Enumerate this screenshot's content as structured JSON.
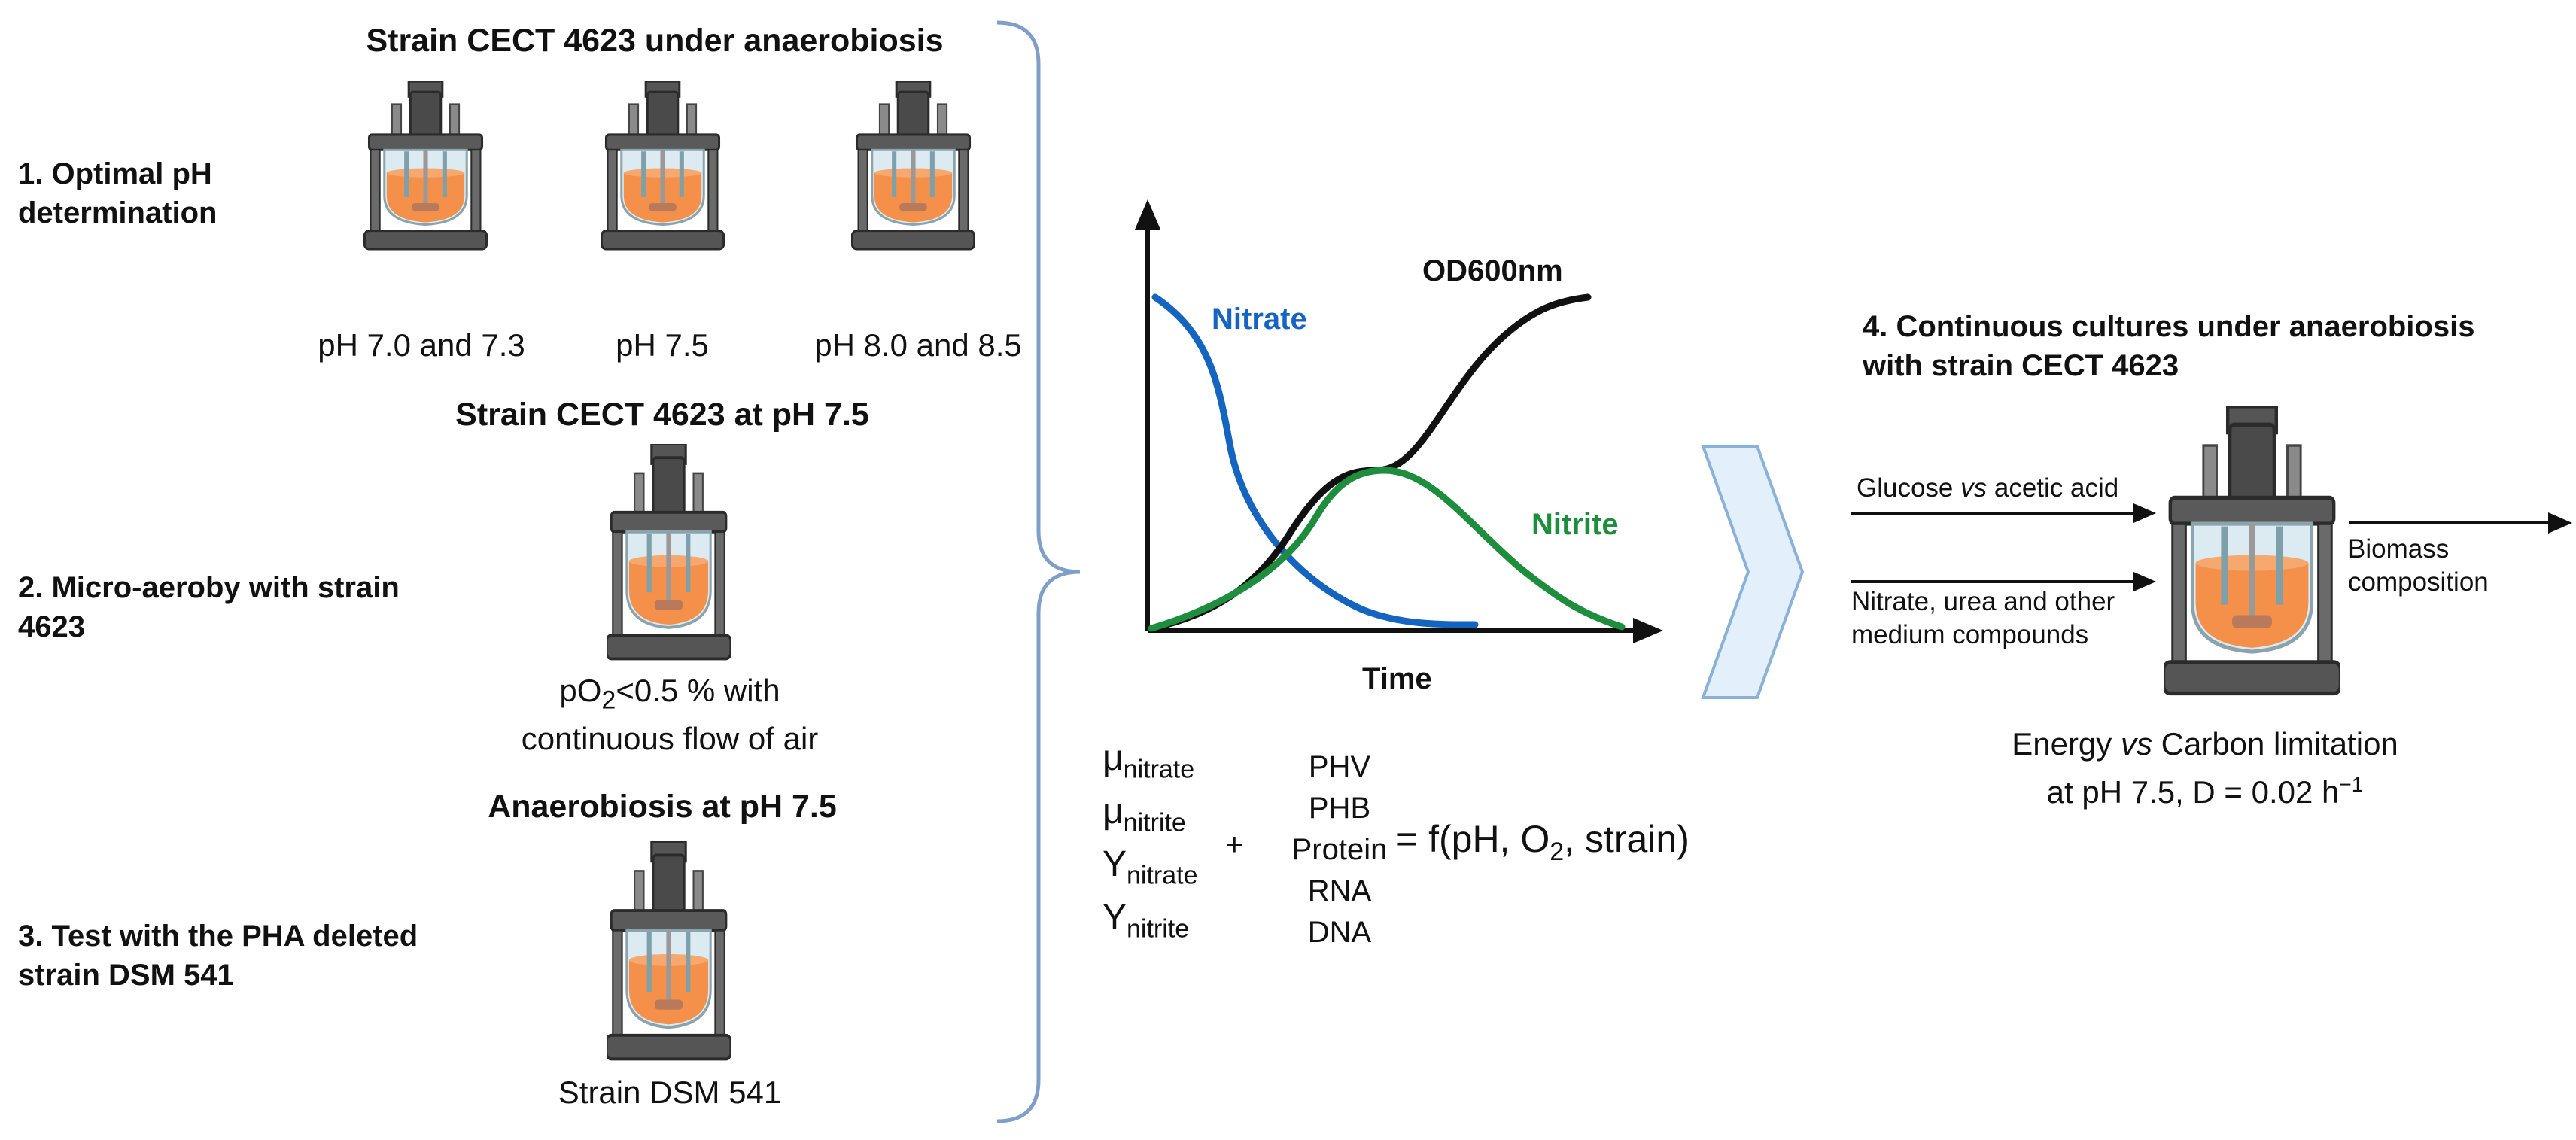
{
  "left": {
    "heading1": "Strain CECT 4623 under anaerobiosis",
    "step1": [
      "1. Optimal pH",
      "determination"
    ],
    "ph_labels": [
      "pH 7.0 and 7.3",
      "pH 7.5",
      "pH 8.0 and 8.5"
    ],
    "heading2": "Strain CECT 4623 at pH 7.5",
    "step2": [
      "2. Micro-aeroby with strain",
      "4623"
    ],
    "micro_label_pre": "pO",
    "micro_label_sub": "2",
    "micro_label_post": "<0.5 % with",
    "micro_label2": "continuous flow of air",
    "heading3": "Anaerobiosis at pH 7.5",
    "step3": [
      "3. Test with the PHA deleted",
      "strain DSM 541"
    ],
    "dsm_label": "Strain DSM 541"
  },
  "graph": {
    "x_label": "Time",
    "curves": [
      {
        "name": "Nitrate",
        "color": "#1565c0"
      },
      {
        "name": "OD600nm",
        "color": "#111111"
      },
      {
        "name": "Nitrite",
        "color": "#1e8e3e"
      }
    ]
  },
  "formula": {
    "mu": "μ",
    "y": "Y",
    "mu_nitrate_sub": "nitrate",
    "mu_nitrite_sub": "nitrite",
    "y_nitrate_sub": "nitrate",
    "y_nitrite_sub": "nitrite",
    "plus": "+",
    "components": [
      "PHV",
      "PHB",
      "Protein",
      "RNA",
      "DNA"
    ],
    "rhs_pre": "= f(pH, O",
    "rhs_sub": "2",
    "rhs_post": ", strain)"
  },
  "right": {
    "step4": [
      "4. Continuous cultures under anaerobiosis",
      "with strain CECT 4623"
    ],
    "input1_pre": "Glucose ",
    "input1_vs": "vs",
    "input1_post": " acetic acid",
    "input2": [
      "Nitrate, urea and other",
      "medium compounds"
    ],
    "output": [
      "Biomass",
      "composition"
    ],
    "caption1_pre": "Energy ",
    "caption1_vs": "vs",
    "caption1_post": " Carbon limitation",
    "caption2_pre": "at pH 7.5, D = 0.02 h",
    "caption2_sup": "−1"
  },
  "colors": {
    "nitrate": "#1565c0",
    "nitrite": "#1e8e3e",
    "od": "#111111",
    "brace": "#7f9fc9",
    "chevron_fill": "#e3f0fb",
    "chevron_stroke": "#8ab2d8",
    "broth": "#f4904a"
  }
}
